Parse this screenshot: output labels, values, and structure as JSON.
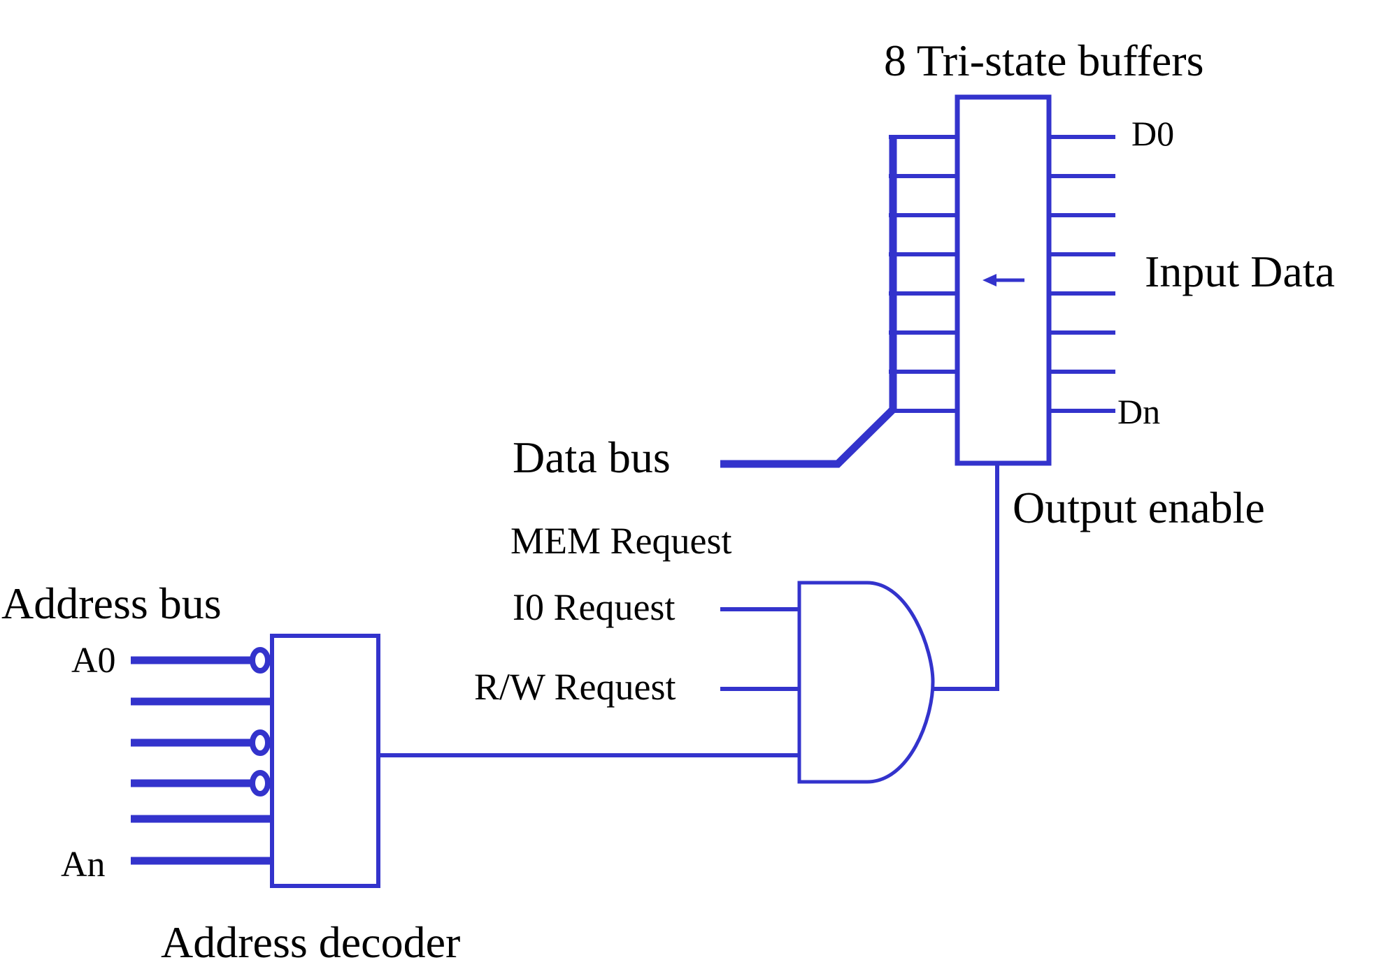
{
  "diagram": {
    "title": "8 Tri-state buffers",
    "wire_color": "#3333CC",
    "labels": {
      "tristate": "8 Tri-state buffers",
      "d0": "D0",
      "dn": "Dn",
      "input_data": "Input Data",
      "data_bus": "Data bus",
      "output_enable": "Output enable",
      "mem_request": "MEM Request",
      "io_request": "I0 Request",
      "rw_request": "R/W Request",
      "address_bus": "Address bus",
      "a0": "A0",
      "an": "An",
      "address_decoder": "Address decoder"
    },
    "tristate_buffer_count": 8,
    "address_lines": [
      {
        "inverted": true
      },
      {
        "inverted": false
      },
      {
        "inverted": true
      },
      {
        "inverted": true
      },
      {
        "inverted": false
      },
      {
        "inverted": false
      }
    ]
  }
}
